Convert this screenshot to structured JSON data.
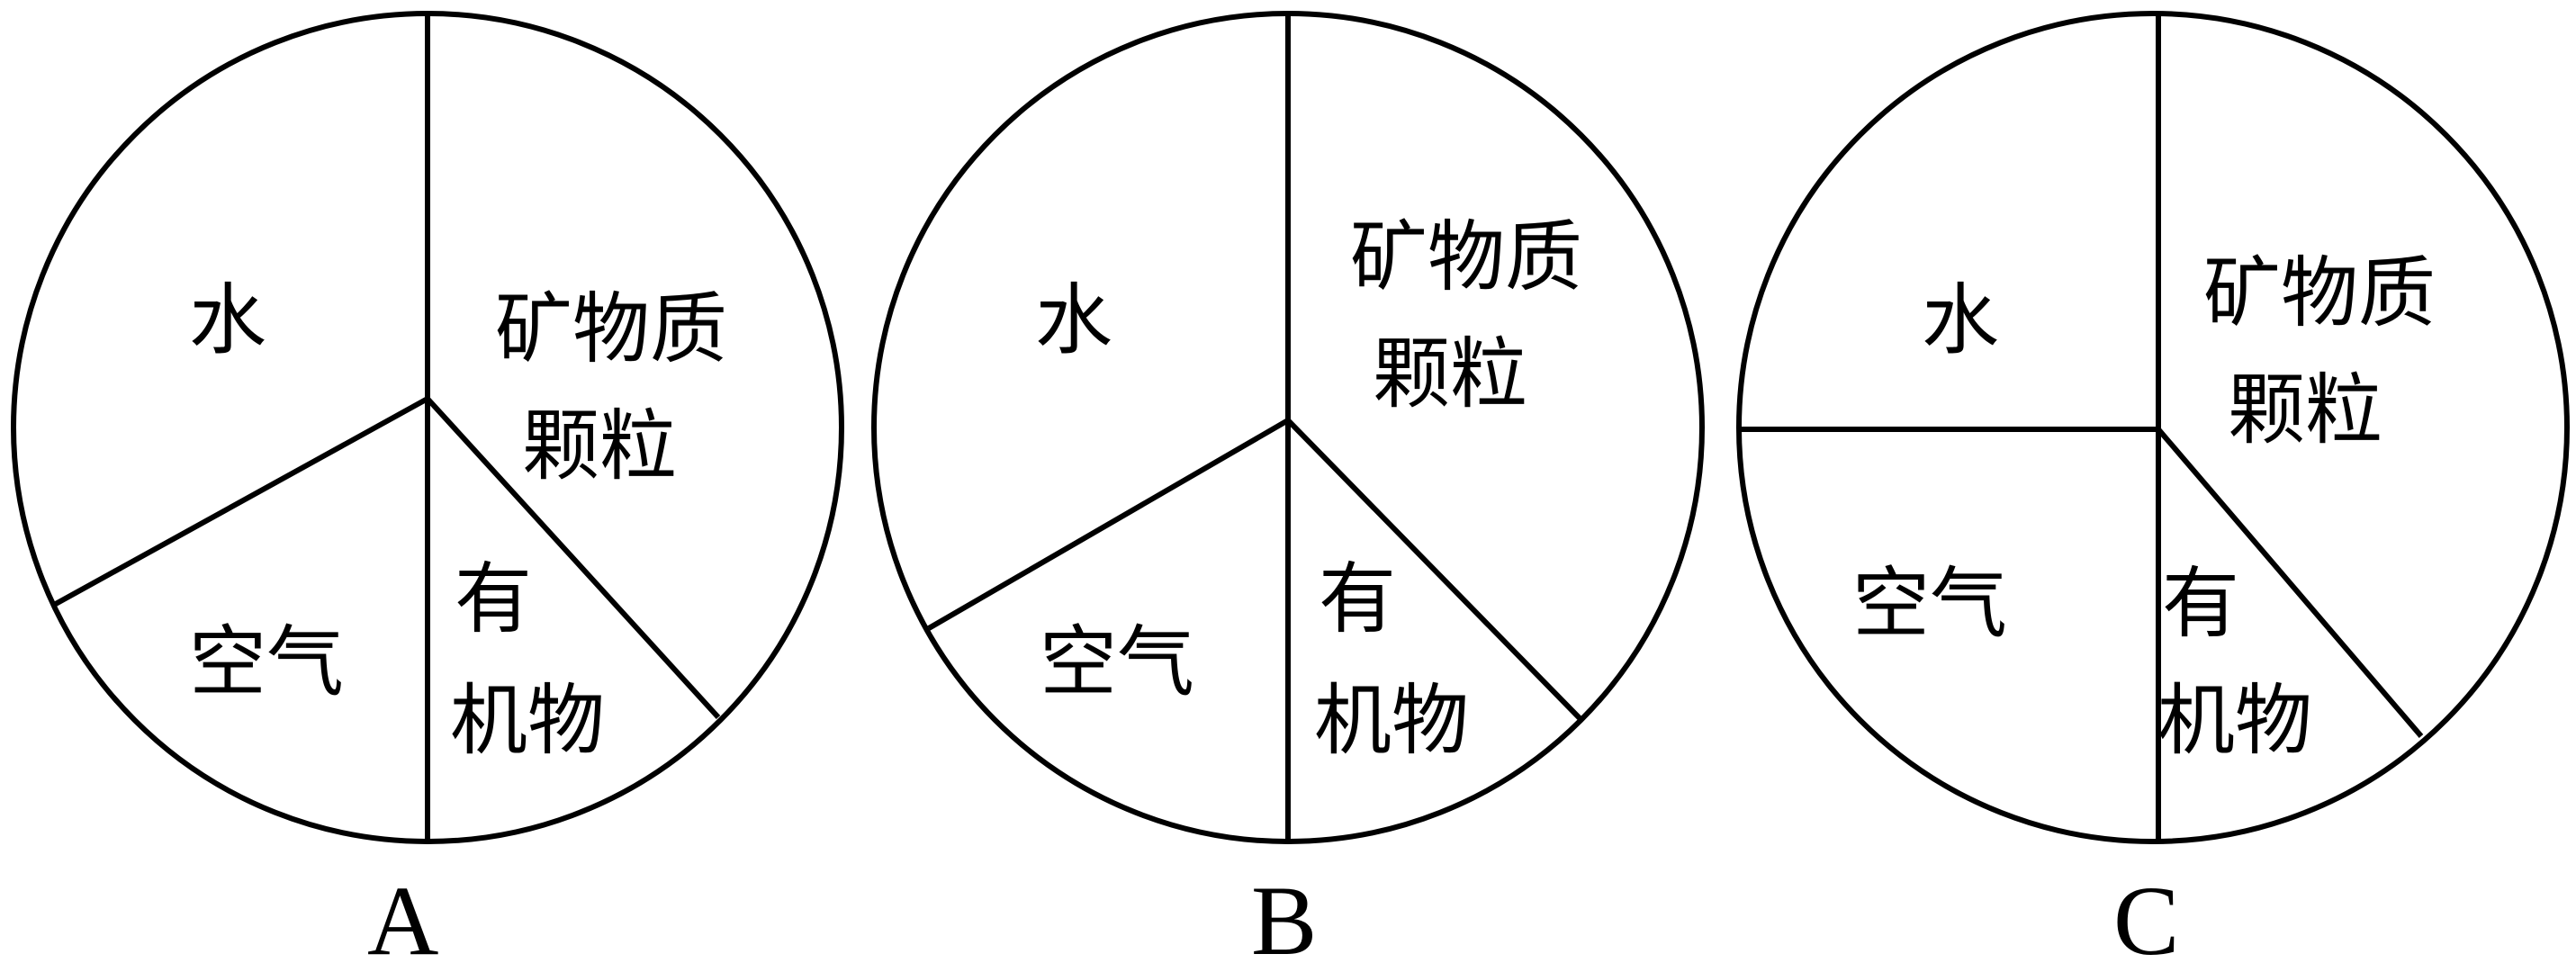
{
  "diagrams": [
    {
      "caption": "A",
      "labels": {
        "water": "水",
        "mineral": [
          "矿物质",
          "颗粒"
        ],
        "air": "空气",
        "organic": [
          "有",
          "机物"
        ]
      }
    },
    {
      "caption": "B",
      "labels": {
        "water": "水",
        "mineral": [
          "矿物质",
          "颗粒"
        ],
        "air": "空气",
        "organic": [
          "有",
          "机物"
        ]
      }
    },
    {
      "caption": "C",
      "labels": {
        "water": "水",
        "mineral": [
          "矿物质",
          "颗粒"
        ],
        "air": "空气",
        "organic": [
          "有",
          "机物"
        ]
      }
    }
  ]
}
